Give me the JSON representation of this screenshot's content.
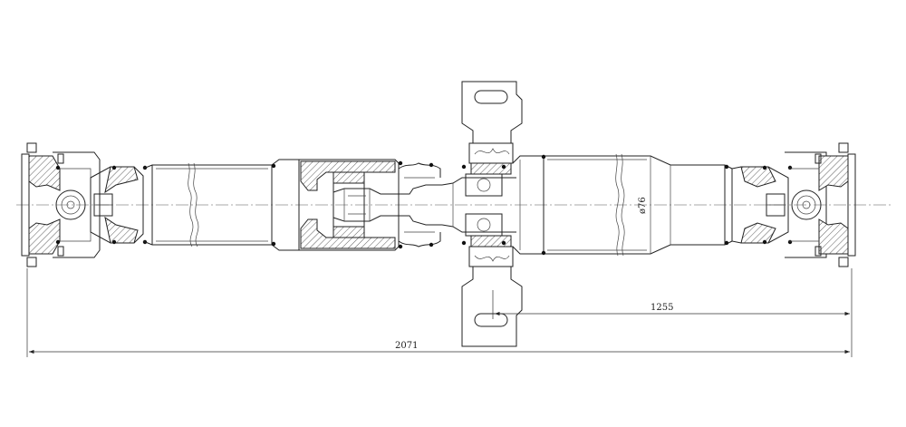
{
  "dimensions": {
    "overall_length": "2071",
    "rear_section_length": "1255",
    "tube_diameter": "ø76"
  },
  "colors": {
    "stroke": "#222222",
    "background": "#ffffff"
  }
}
